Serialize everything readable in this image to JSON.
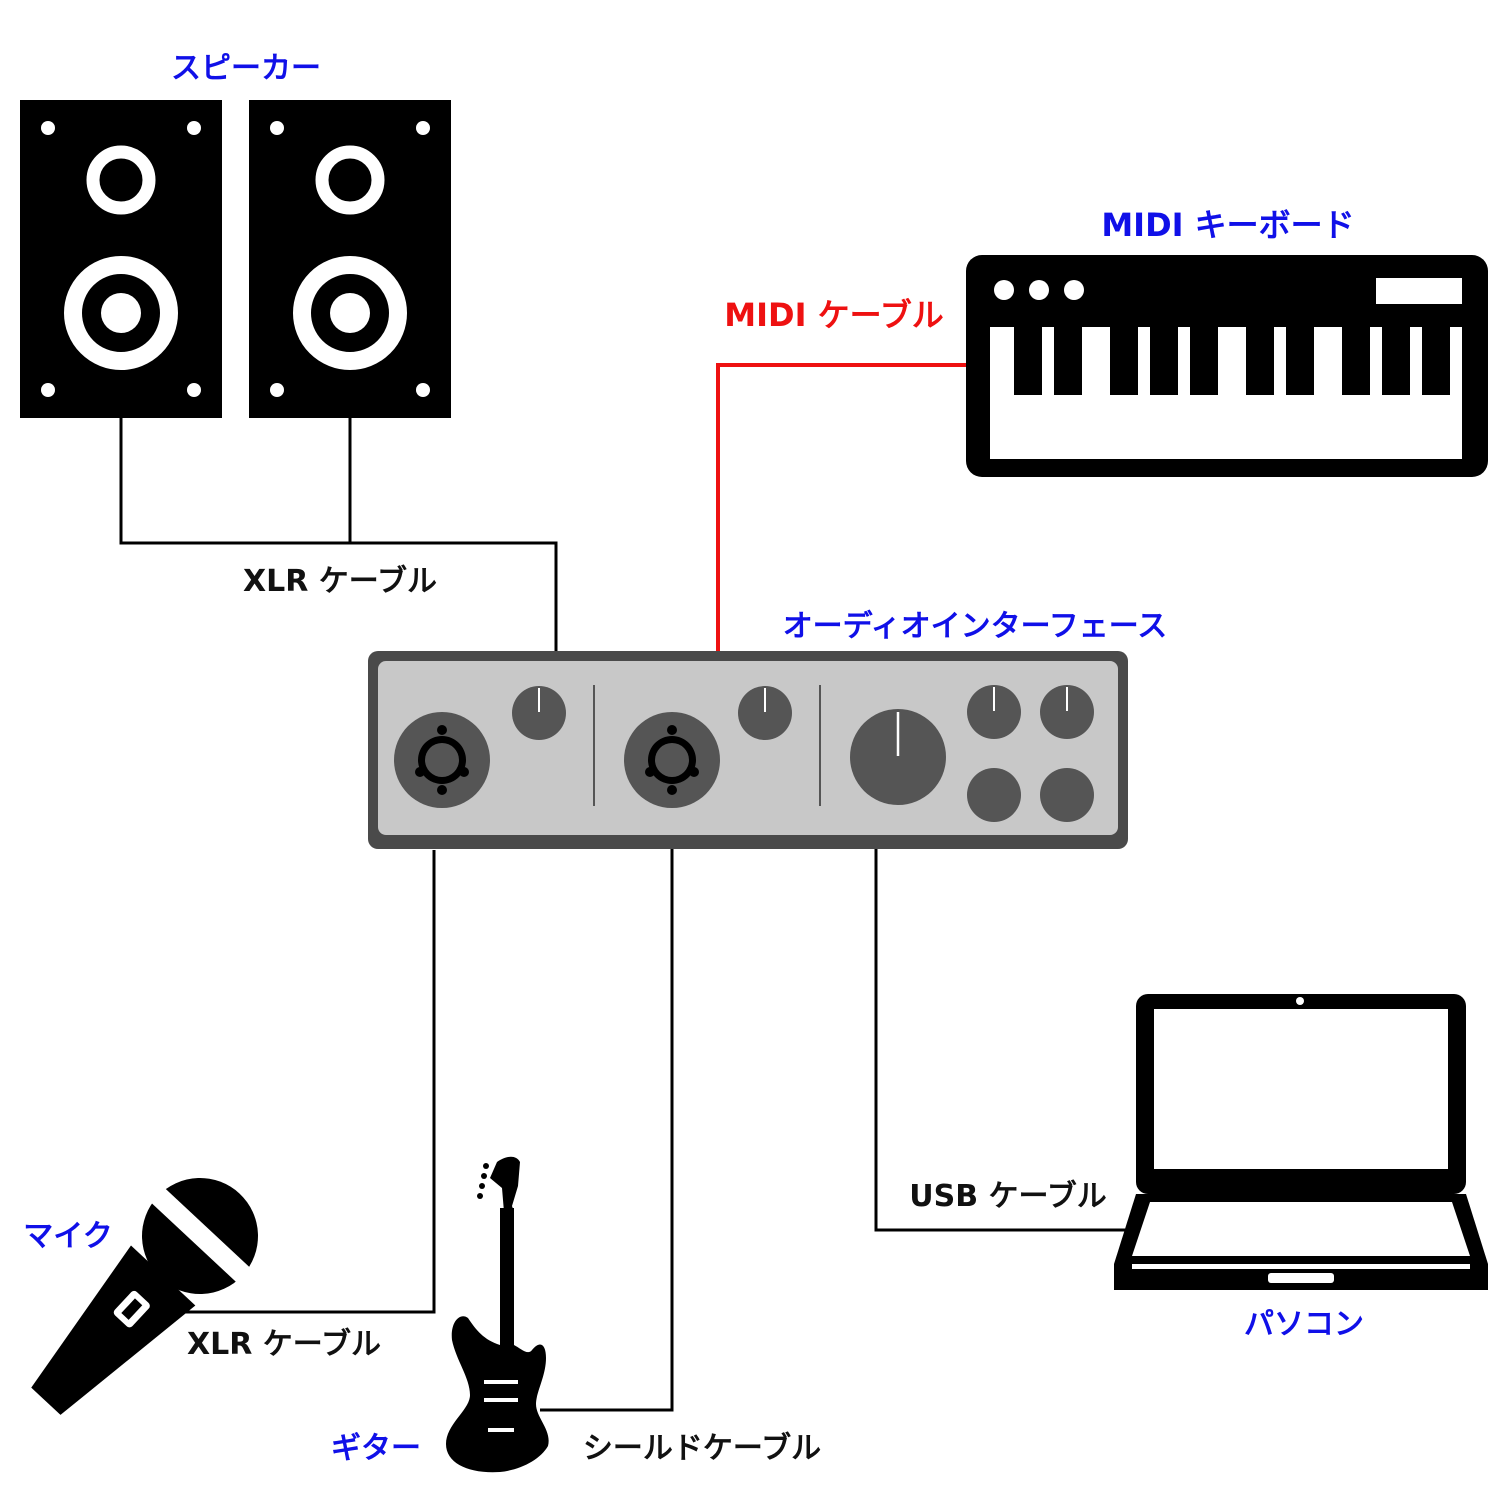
{
  "labels": {
    "speaker": "スピーカー",
    "midi_keyboard": "MIDI キーボード",
    "midi_cable": "MIDI ケーブル",
    "xlr_cable_speakers": "XLR ケーブル",
    "audio_interface": "オーディオインターフェース",
    "usb_cable": "USB ケーブル",
    "mic": "マイク",
    "xlr_cable_mic": "XLR ケーブル",
    "guitar": "ギター",
    "shield_cable": "シールドケーブル",
    "pc": "パソコン"
  },
  "colors": {
    "device_label": "#1010e8",
    "midi_cable": "#ee1111",
    "cable": "#000000",
    "cable_label": "#111111",
    "interface_body": "#c8c8c8",
    "interface_frame": "#4a4a4a",
    "knob": "#555555"
  },
  "icons": [
    "speaker-icon",
    "midi-keyboard-icon",
    "audio-interface-icon",
    "laptop-icon",
    "microphone-icon",
    "guitar-icon"
  ]
}
